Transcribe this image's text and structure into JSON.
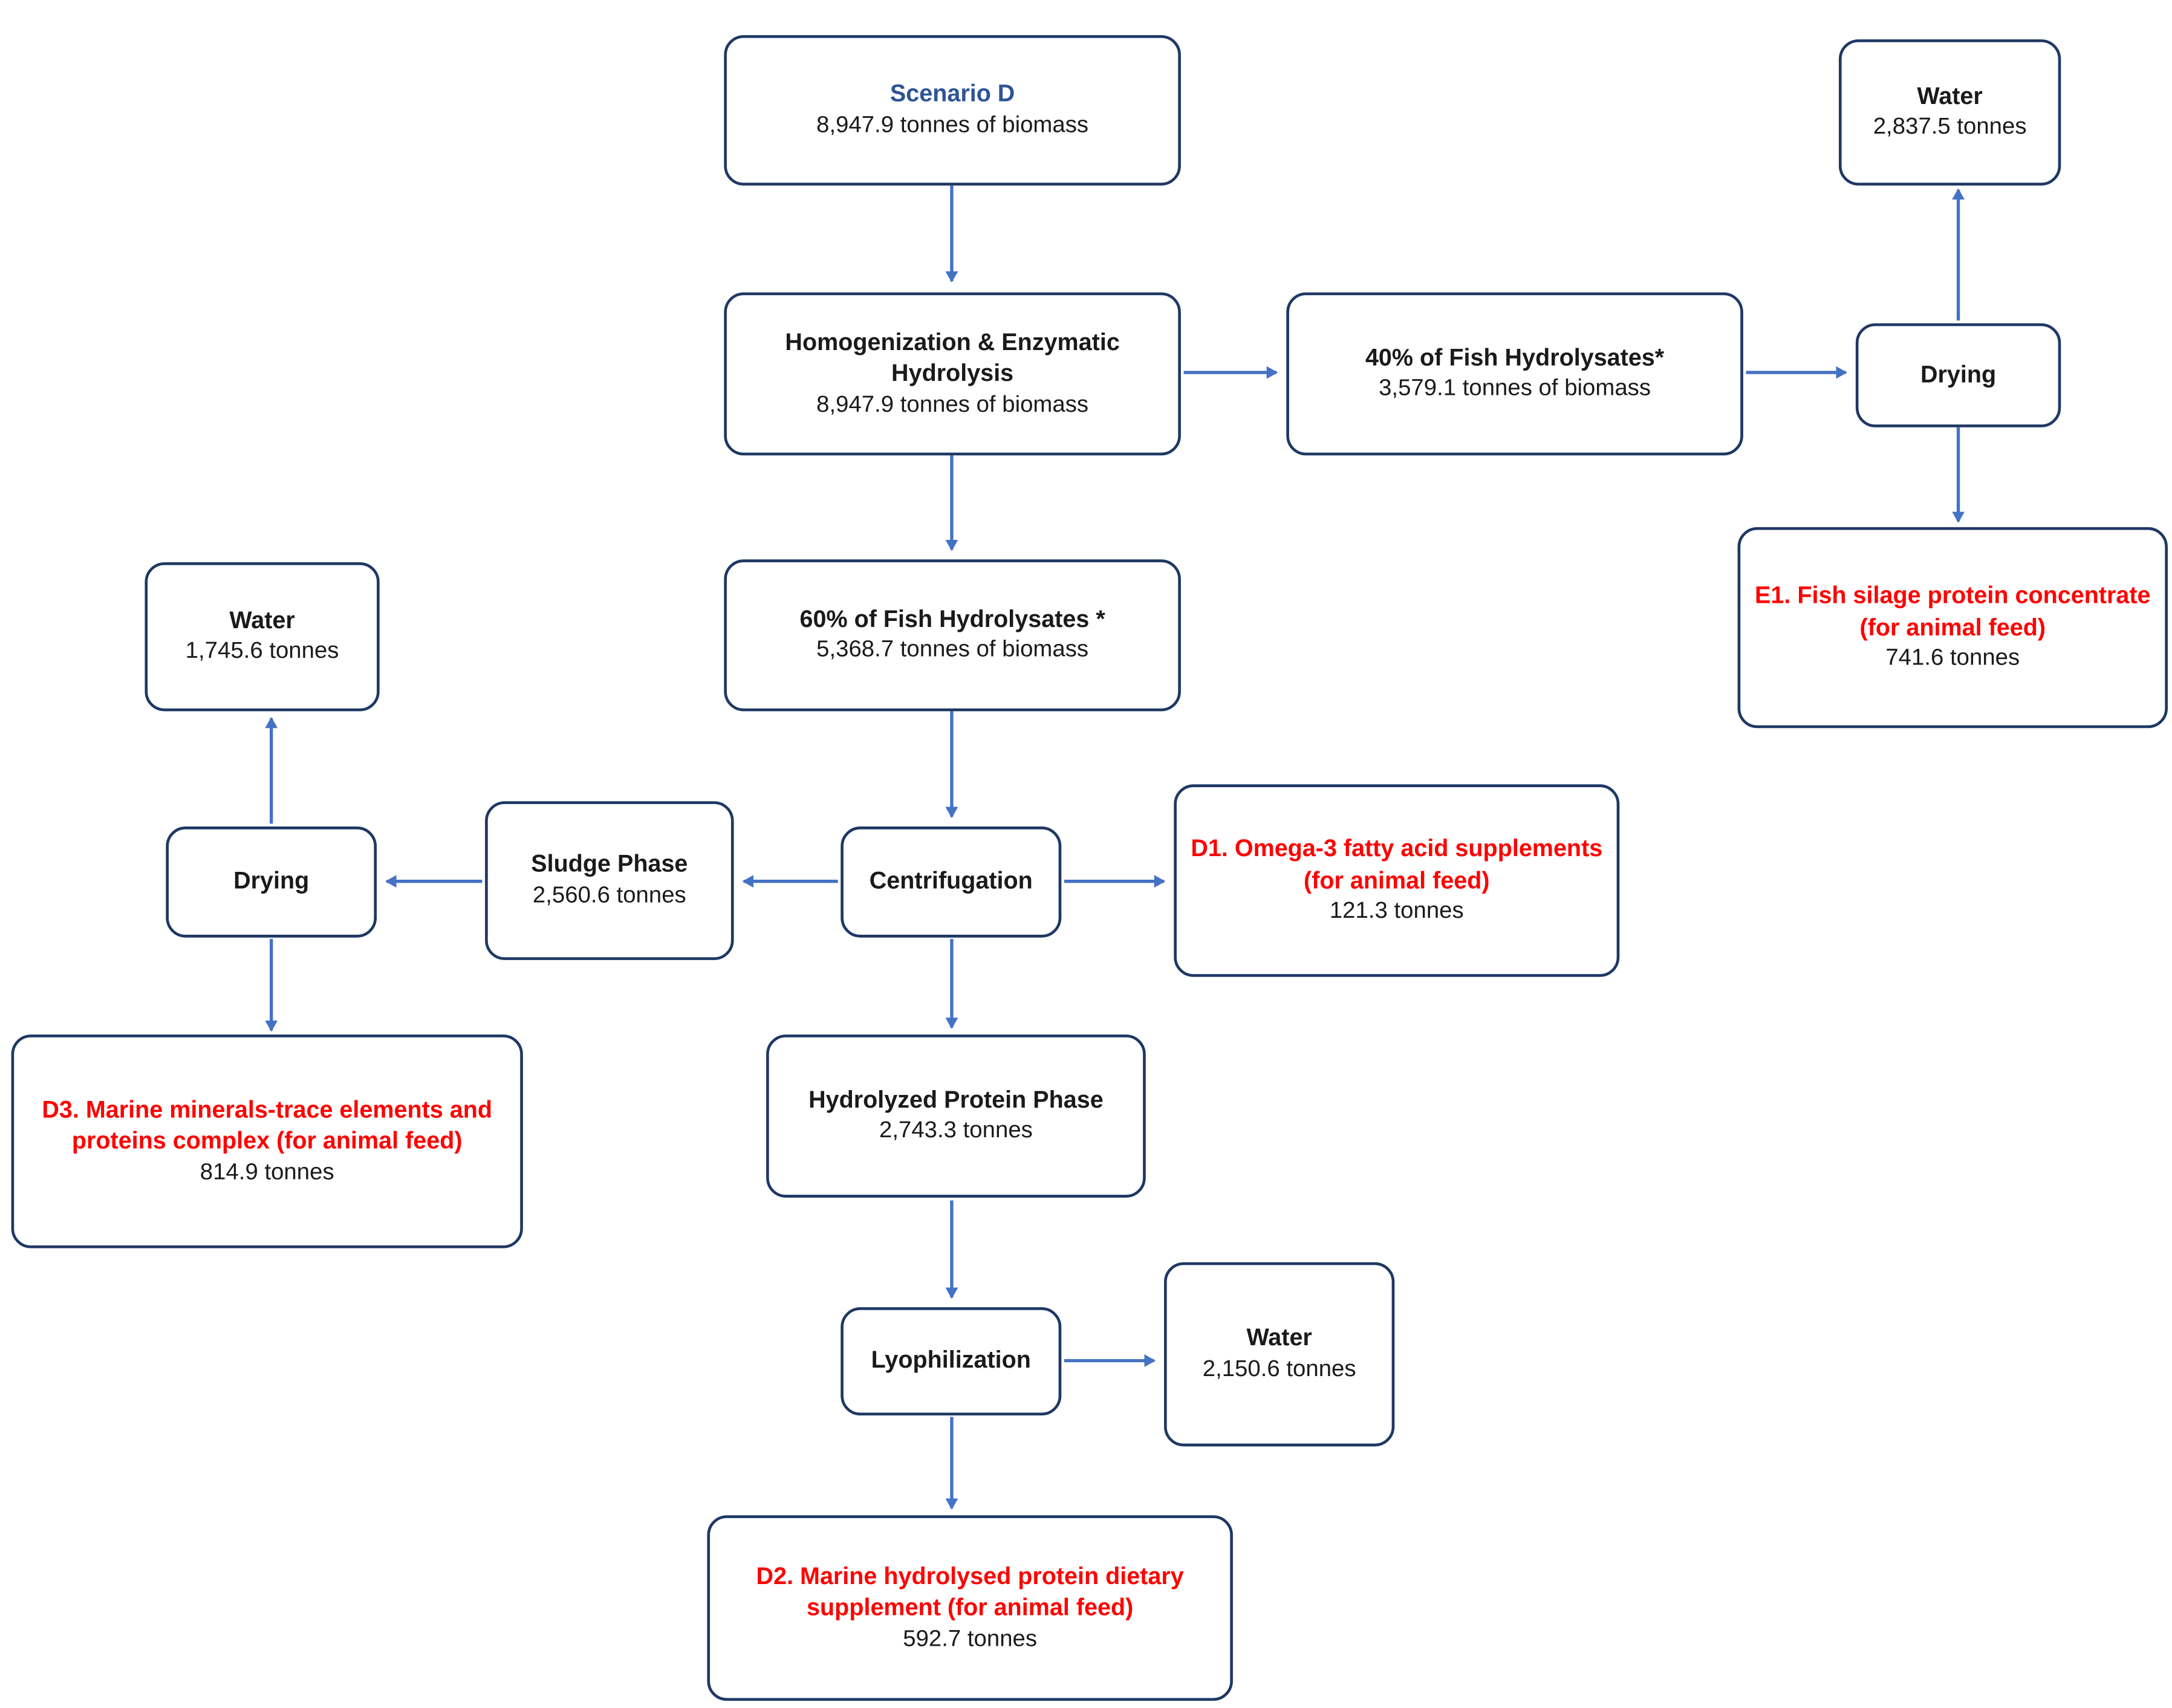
{
  "diagram": {
    "description": "Scenario D mass-balance flowchart for fish biomass processing",
    "colors": {
      "arrow": "#4472c4",
      "box_border": "#1f3864",
      "title_blue": "#2e5496",
      "product_red": "#ff0000",
      "text": "#1a1a1a",
      "background": "#ffffff"
    },
    "nodes": {
      "scenario": {
        "title": "Scenario D",
        "subtitle": "8,947.9 tonnes of biomass"
      },
      "homogenization": {
        "title": "Homogenization & Enzymatic Hydrolysis",
        "subtitle": "8,947.9 tonnes of biomass"
      },
      "fish40": {
        "title": "40% of Fish Hydrolysates*",
        "subtitle": "3,579.1 tonnes of biomass"
      },
      "drying_right": {
        "title": "Drying"
      },
      "water_top_right": {
        "title": "Water",
        "subtitle": "2,837.5 tonnes"
      },
      "e1": {
        "title": "E1. Fish silage protein concentrate (for animal feed)",
        "subtitle": "741.6 tonnes"
      },
      "fish60": {
        "title": "60% of Fish Hydrolysates *",
        "subtitle": "5,368.7 tonnes of biomass"
      },
      "centrifugation": {
        "title": "Centrifugation"
      },
      "sludge": {
        "title": "Sludge Phase",
        "subtitle": "2,560.6 tonnes"
      },
      "drying_left": {
        "title": "Drying"
      },
      "water_top_left": {
        "title": "Water",
        "subtitle": "1,745.6 tonnes"
      },
      "d3": {
        "title": "D3. Marine minerals-trace elements and proteins complex (for animal feed)",
        "subtitle": "814.9 tonnes"
      },
      "d1": {
        "title": "D1. Omega-3 fatty acid supplements (for animal feed)",
        "subtitle": "121.3 tonnes"
      },
      "hydrolyzed": {
        "title": "Hydrolyzed Protein Phase",
        "subtitle": "2,743.3 tonnes"
      },
      "lyophilization": {
        "title": "Lyophilization"
      },
      "water_bottom": {
        "title": "Water",
        "subtitle": "2,150.6 tonnes"
      },
      "d2": {
        "title": "D2. Marine hydrolysed protein dietary supplement (for animal feed)",
        "subtitle": "592.7 tonnes"
      }
    },
    "edges": [
      {
        "from": "scenario",
        "to": "homogenization"
      },
      {
        "from": "homogenization",
        "to": "fish40"
      },
      {
        "from": "homogenization",
        "to": "fish60"
      },
      {
        "from": "fish40",
        "to": "drying_right"
      },
      {
        "from": "drying_right",
        "to": "water_top_right"
      },
      {
        "from": "drying_right",
        "to": "e1"
      },
      {
        "from": "fish60",
        "to": "centrifugation"
      },
      {
        "from": "centrifugation",
        "to": "sludge"
      },
      {
        "from": "centrifugation",
        "to": "d1"
      },
      {
        "from": "centrifugation",
        "to": "hydrolyzed"
      },
      {
        "from": "sludge",
        "to": "drying_left"
      },
      {
        "from": "drying_left",
        "to": "water_top_left"
      },
      {
        "from": "drying_left",
        "to": "d3"
      },
      {
        "from": "hydrolyzed",
        "to": "lyophilization"
      },
      {
        "from": "lyophilization",
        "to": "water_bottom"
      },
      {
        "from": "lyophilization",
        "to": "d2"
      }
    ]
  }
}
